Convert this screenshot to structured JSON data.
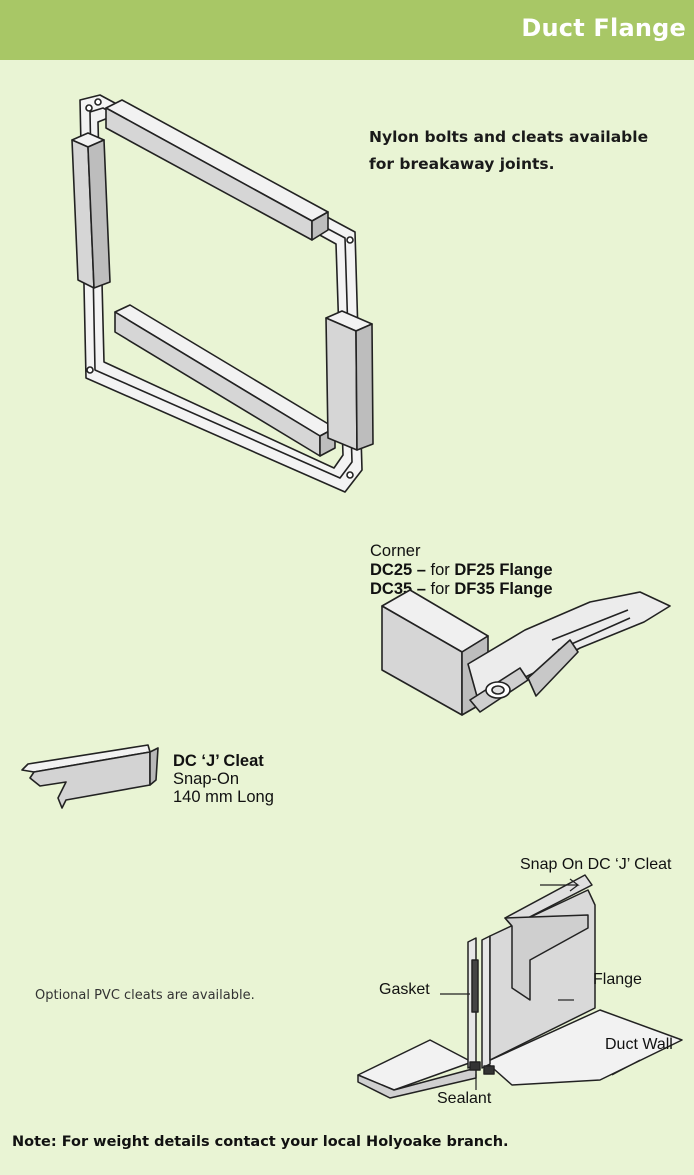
{
  "header": {
    "title": "Duct Flange"
  },
  "frame": {
    "caption_line1": "Nylon bolts and cleats available",
    "caption_line2": "for breakaway joints."
  },
  "corner": {
    "heading": "Corner",
    "dc25_code": "DC25 –",
    "dc25_text": " for ",
    "dc25_flange": "DF25 Flange",
    "dc35_code": "DC35 –",
    "dc35_text": " for ",
    "dc35_flange": "DF35 Flange"
  },
  "jcleat": {
    "name": "DC ‘J’ Cleat",
    "line2": "Snap-On",
    "line3": "140 mm Long"
  },
  "optional_note": "Optional PVC cleats are available.",
  "cross_section": {
    "snap_label": "Snap On DC ‘J’ Cleat",
    "gasket_label": "Gasket",
    "flange_label": "Flange",
    "duct_wall_label": "Duct Wall",
    "sealant_label": "Sealant"
  },
  "footer": {
    "note": "Note:  For weight details contact your local Holyoake branch."
  },
  "colors": {
    "header_bg": "#a8c766",
    "page_bg": "#e9f4d4",
    "part_fill": "#d9d9d9"
  }
}
